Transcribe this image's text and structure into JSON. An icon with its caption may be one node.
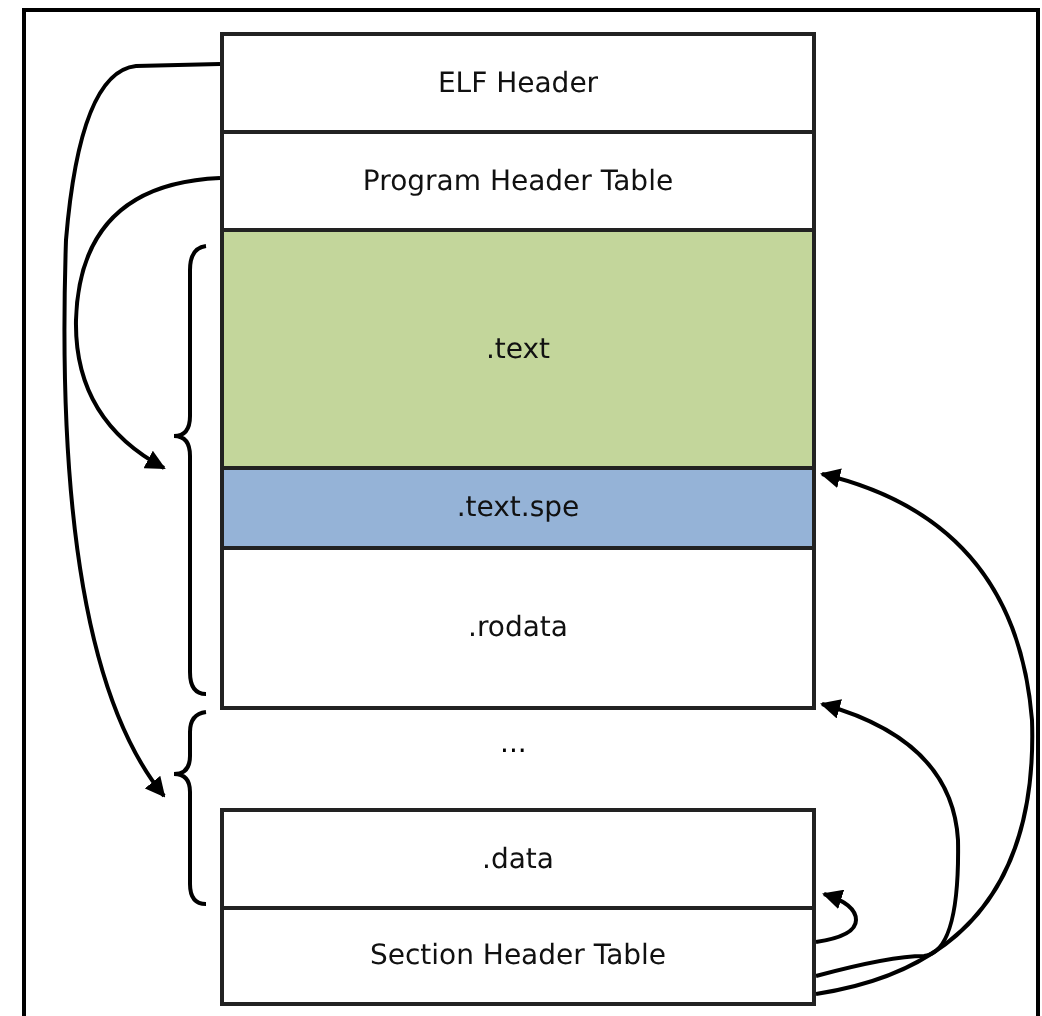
{
  "diagram": {
    "nodes": [
      {
        "text": [
          "ELF Header"
        ]
      },
      {
        "text": [
          "Program Header Table"
        ]
      },
      {
        "text": [
          ".text"
        ]
      },
      {
        "text": [
          ".text.spe"
        ]
      },
      {
        "text": [
          ".rodata"
        ]
      },
      {
        "text": [
          ".data"
        ]
      },
      {
        "text": [
          "Section Header Table"
        ]
      },
      {
        "text": [],
        "shape": "brace"
      },
      {
        "text": [],
        "shape": "brace"
      }
    ],
    "edges": [
      {
        "from": 0,
        "to": 8,
        "arrow": "to"
      },
      {
        "from": 1,
        "to": 7,
        "arrow": "to"
      },
      {
        "from": 6,
        "to": 3,
        "arrow": "to"
      },
      {
        "from": 6,
        "to": 4,
        "arrow": "to"
      },
      {
        "from": 6,
        "to": 5,
        "arrow": "to"
      }
    ],
    "labels": [
      "..."
    ]
  }
}
